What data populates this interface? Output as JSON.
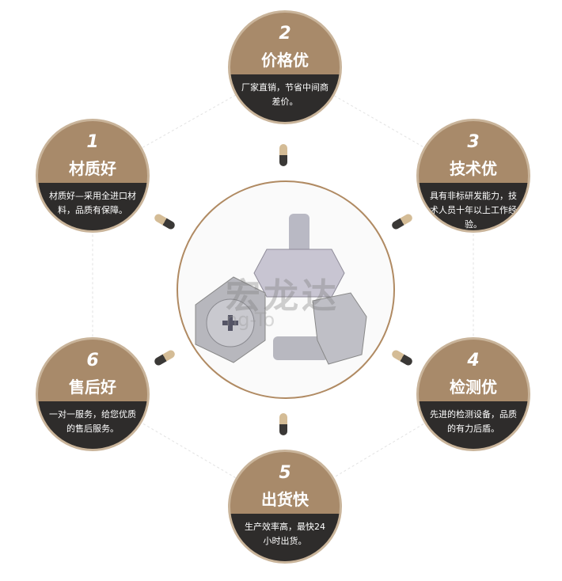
{
  "features": [
    {
      "num": "1",
      "title": "材质好",
      "desc": "材质好—采用全进口材料，品质有保障。"
    },
    {
      "num": "2",
      "title": "价格优",
      "desc": "厂家直销，节省中间商差价。"
    },
    {
      "num": "3",
      "title": "技术优",
      "desc": "具有非标研发能力，技术人员十年以上工作经验。"
    },
    {
      "num": "4",
      "title": "检测优",
      "desc": "先进的检测设备，品质的有力后盾。"
    },
    {
      "num": "5",
      "title": "出货快",
      "desc": "生产效率高，最快24小时出货。"
    },
    {
      "num": "6",
      "title": "售后好",
      "desc": "一对一服务，给您优质的售后服务。"
    }
  ],
  "watermark": {
    "cn": "宏龙达",
    "en": "ng-To"
  },
  "colors": {
    "brown": "#a88a6a",
    "dark": "#2e2c2b",
    "ring": "#b08a62"
  }
}
